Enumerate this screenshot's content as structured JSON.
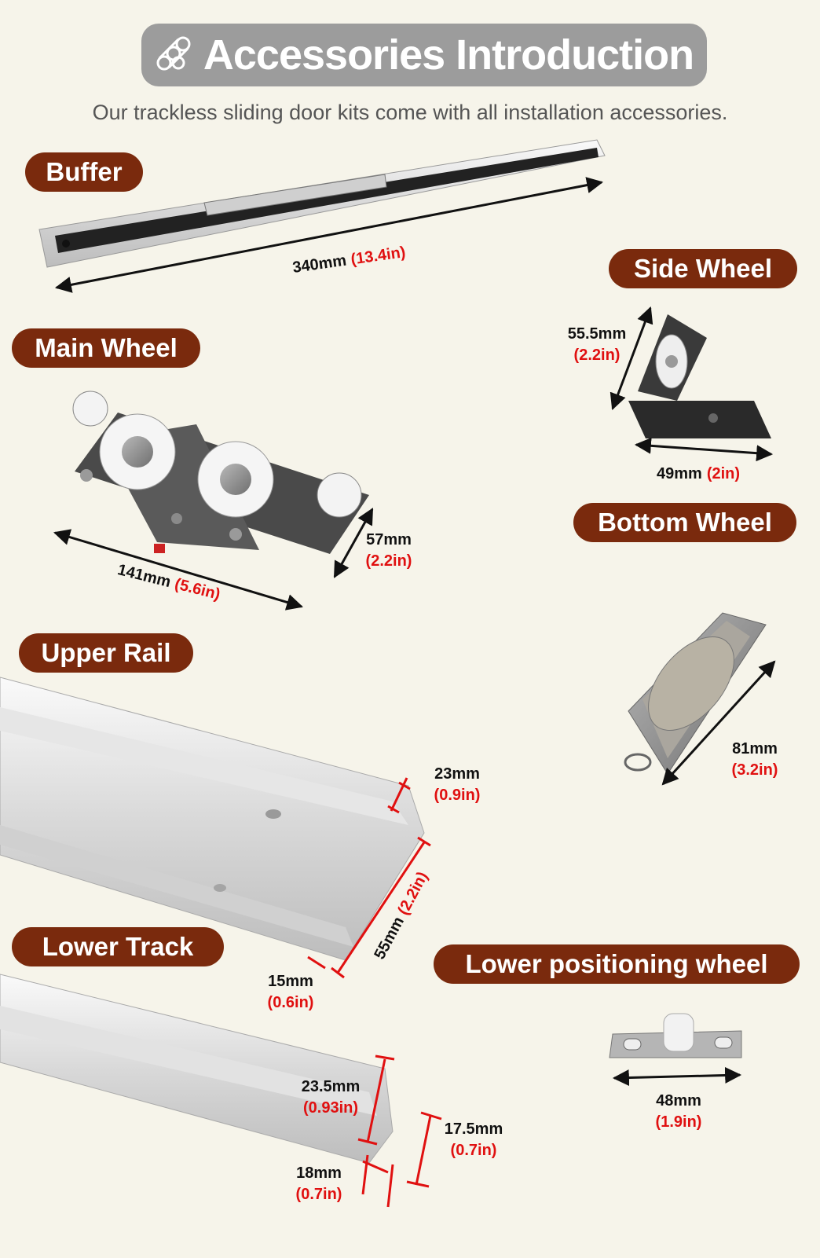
{
  "header": {
    "title": "Accessories Introduction",
    "subtitle": "Our trackless sliding door kits come with all installation accessories."
  },
  "colors": {
    "background": "#f6f4ea",
    "banner": "#9c9c9c",
    "label": "#7a2a0d",
    "inch_text": "#e01010",
    "dimension_line_red": "#e01010"
  },
  "icons": {
    "banner_icon": "pipes-icon"
  },
  "parts": {
    "buffer": {
      "label": "Buffer",
      "dims": [
        {
          "mm": "340mm",
          "in": "(13.4in)"
        }
      ]
    },
    "side_wheel": {
      "label": "Side Wheel",
      "dims": [
        {
          "mm": "55.5mm",
          "in": "(2.2in)"
        },
        {
          "mm": "49mm",
          "in": "(2in)"
        }
      ]
    },
    "main_wheel": {
      "label": "Main Wheel",
      "dims": [
        {
          "mm": "141mm",
          "in": "(5.6in)"
        },
        {
          "mm": "57mm",
          "in": "(2.2in)"
        }
      ]
    },
    "bottom_wheel": {
      "label": "Bottom Wheel",
      "dims": [
        {
          "mm": "81mm",
          "in": "(3.2in)"
        }
      ]
    },
    "upper_rail": {
      "label": "Upper Rail",
      "dims": [
        {
          "mm": "23mm",
          "in": "(0.9in)"
        },
        {
          "mm": "55mm",
          "in": "(2.2in)"
        },
        {
          "mm": "15mm",
          "in": "(0.6in)"
        }
      ]
    },
    "lower_track": {
      "label": "Lower Track",
      "dims": [
        {
          "mm": "23.5mm",
          "in": "(0.93in)"
        },
        {
          "mm": "17.5mm",
          "in": "(0.7in)"
        },
        {
          "mm": "18mm",
          "in": "(0.7in)"
        }
      ]
    },
    "lower_positioning_wheel": {
      "label": "Lower positioning wheel",
      "dims": [
        {
          "mm": "48mm",
          "in": "(1.9in)"
        }
      ]
    }
  }
}
